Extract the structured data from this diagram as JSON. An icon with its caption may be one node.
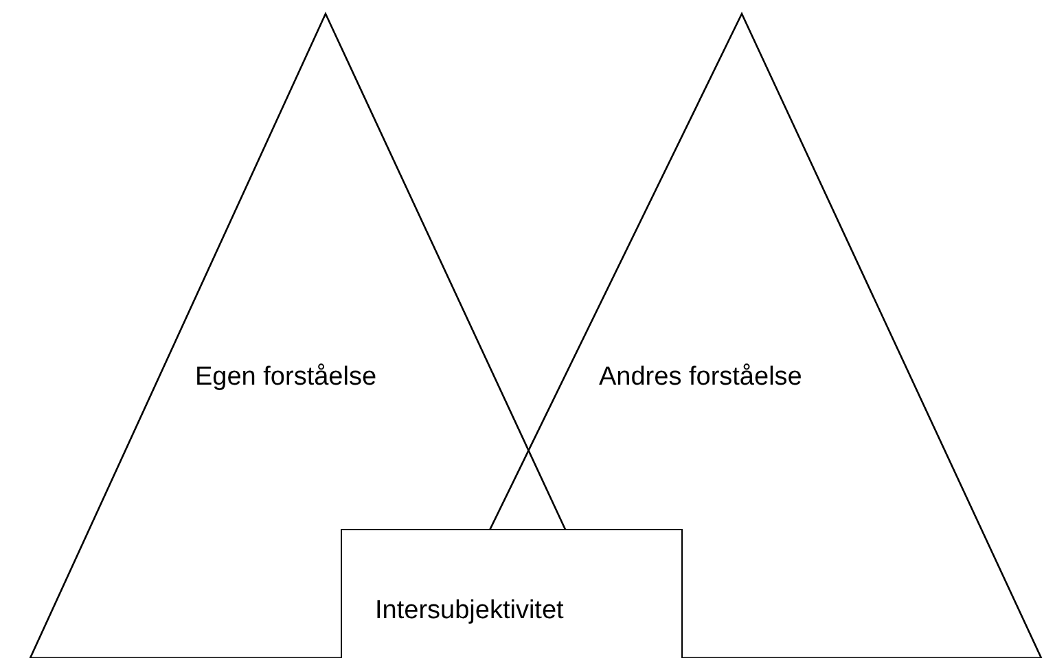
{
  "diagram": {
    "nodes": [
      {
        "text": [
          "Egen forståelse"
        ]
      },
      {
        "text": [
          "Andres forståelse"
        ]
      },
      {
        "text": [
          "Intersubjektivitet"
        ]
      }
    ],
    "edges": []
  }
}
